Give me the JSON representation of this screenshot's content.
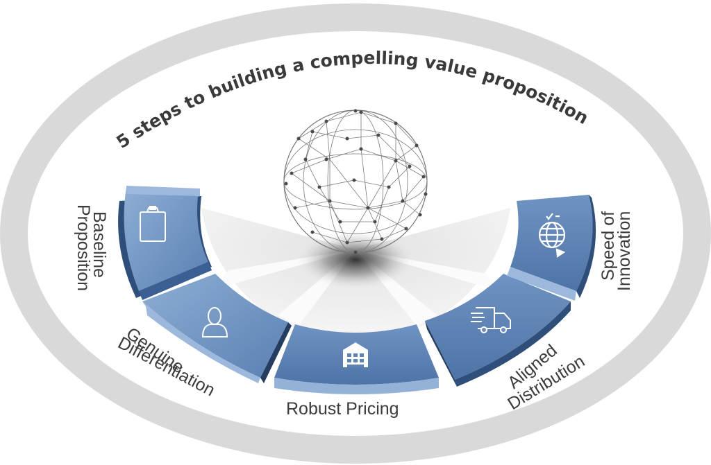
{
  "diagram": {
    "title": "5 steps to building a compelling value proposition",
    "center_graphic": "network-sphere",
    "colors": {
      "outer_ring": "#d9d9d9",
      "segment_top": "#86a6cd",
      "segment_mid": "#6c90bf",
      "segment_dark": "#4d73a6",
      "segment_side": "#2f4f7a",
      "segment_lip": "#9cb8dc",
      "label_text": "#3c3c3c",
      "title_text": "#3a3a3a"
    },
    "steps": [
      {
        "index": 1,
        "label_line1": "Baseline",
        "label_line2": "Proposition",
        "icon": "clipboard-icon"
      },
      {
        "index": 2,
        "label_line1": "Genuine",
        "label_line2": "Differentiation",
        "icon": "person-icon"
      },
      {
        "index": 3,
        "label_line1": "Robust  Pricing",
        "label_line2": "",
        "icon": "warehouse-icon"
      },
      {
        "index": 4,
        "label_line1": "Aligned",
        "label_line2": "Distribution",
        "icon": "delivery-truck-icon"
      },
      {
        "index": 5,
        "label_line1": "Speed of",
        "label_line2": "Innovation",
        "icon": "globe-cycle-icon"
      }
    ]
  }
}
